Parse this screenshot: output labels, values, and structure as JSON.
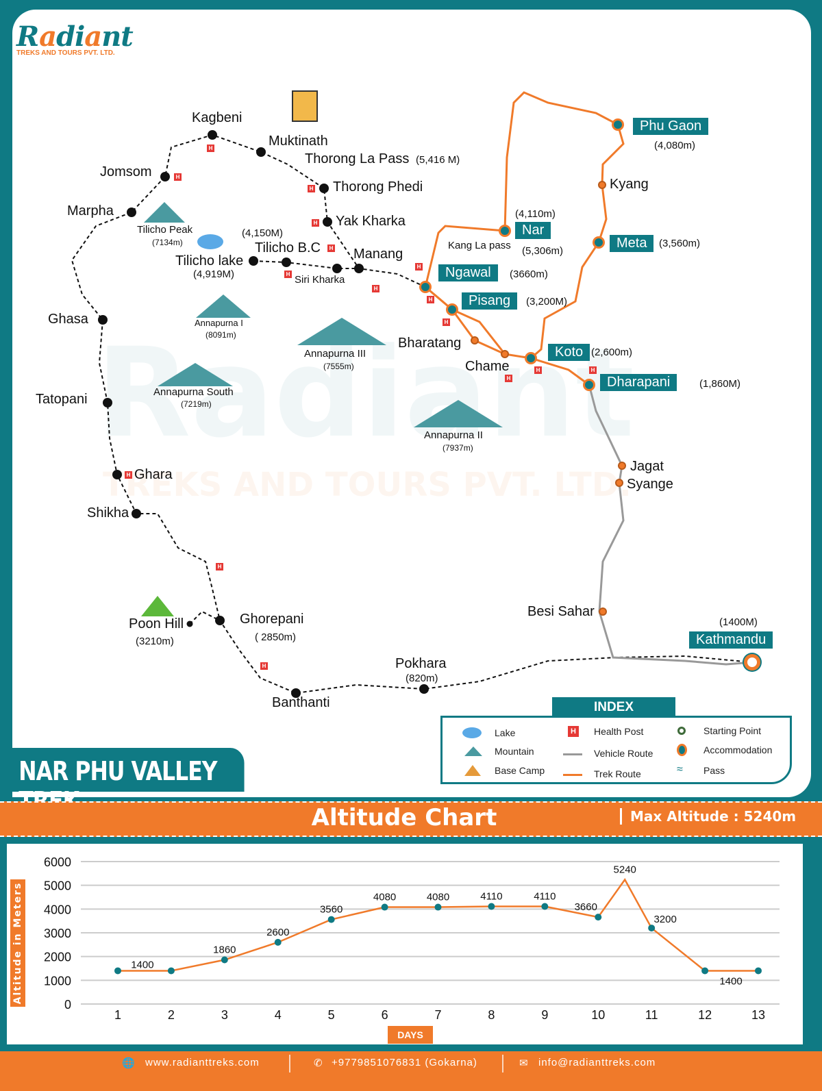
{
  "brand": {
    "logo_text": "Radiant",
    "logo_sub": "TREKS AND TOURS PVT. LTD.",
    "teal": "#0f7a84",
    "orange": "#f07a2a"
  },
  "title": "NAR PHU VALLEY TREK",
  "map": {
    "places": [
      {
        "name": "Kagbeni"
      },
      {
        "name": "Muktinath"
      },
      {
        "name": "Thorong La Pass",
        "alt": "(5,416 M)"
      },
      {
        "name": "Thorong Phedi"
      },
      {
        "name": "Yak Kharka"
      },
      {
        "name": "Manang"
      },
      {
        "name": "Siri Kharka"
      },
      {
        "name": "Tilicho B.C",
        "alt": "(4,150M)"
      },
      {
        "name": "Tilicho lake",
        "alt": "(4,919M)"
      },
      {
        "name": "Jomsom"
      },
      {
        "name": "Marpha"
      },
      {
        "name": "Ghasa"
      },
      {
        "name": "Tatopani"
      },
      {
        "name": "Ghara"
      },
      {
        "name": "Shikha"
      },
      {
        "name": "Ghorepani",
        "alt": "( 2850m)"
      },
      {
        "name": "Poon Hill",
        "alt": "(3210m)"
      },
      {
        "name": "Banthanti"
      },
      {
        "name": "Pokhara",
        "alt": "(820m)"
      },
      {
        "name": "Phu Gaon",
        "alt": "(4,080m)"
      },
      {
        "name": "Kyang"
      },
      {
        "name": "Meta",
        "alt": "(3,560m)"
      },
      {
        "name": "Nar",
        "alt": "(4,110m)"
      },
      {
        "name": "Kang La pass",
        "alt": "(5,306m)"
      },
      {
        "name": "Ngawal",
        "alt": "(3660m)"
      },
      {
        "name": "Pisang",
        "alt": "(3,200M)"
      },
      {
        "name": "Bharatang"
      },
      {
        "name": "Chame"
      },
      {
        "name": "Koto",
        "alt": "(2,600m)"
      },
      {
        "name": "Dharapani",
        "alt": "(1,860M)"
      },
      {
        "name": "Jagat"
      },
      {
        "name": "Syange"
      },
      {
        "name": "Besi Sahar"
      },
      {
        "name": "Kathmandu",
        "alt": "(1400M)"
      }
    ],
    "mountains": [
      {
        "name": "Tilicho Peak",
        "alt": "(7134m)"
      },
      {
        "name": "Annapurna I",
        "alt": "(8091m)"
      },
      {
        "name": "Annapurna III",
        "alt": "(7555m)"
      },
      {
        "name": "Annapurna South",
        "alt": "(7219m)"
      },
      {
        "name": "Annapurna II",
        "alt": "(7937m)"
      }
    ],
    "watermark": "Radiant",
    "watermark_sub": "TREKS AND TOURS PVT. LTD."
  },
  "index": {
    "title": "INDEX",
    "items": [
      "Lake",
      "Mountain",
      "Base Camp",
      "Health Post",
      "Vehicle Route",
      "Trek Route",
      "Starting Point",
      "Accommodation",
      "Pass"
    ],
    "health_icon": "H"
  },
  "chart_header": {
    "title": "Altitude Chart",
    "max": "Max Altitude : 5240m"
  },
  "chart_data": {
    "type": "line",
    "xlabel": "DAYS",
    "ylabel": "Altitude in Meters",
    "ylim": [
      0,
      6000
    ],
    "yticks": [
      0,
      1000,
      2000,
      3000,
      4000,
      5000,
      6000
    ],
    "xticks": [
      1,
      2,
      3,
      4,
      5,
      6,
      7,
      8,
      9,
      10,
      11,
      12,
      13
    ],
    "grid": true,
    "points": [
      {
        "x": 1,
        "y": 1400,
        "marker": true,
        "label": ""
      },
      {
        "x": 2,
        "y": 1400,
        "marker": true,
        "label": "1400"
      },
      {
        "x": 3,
        "y": 1860,
        "marker": true,
        "label": "1860"
      },
      {
        "x": 4,
        "y": 2600,
        "marker": true,
        "label": "2600"
      },
      {
        "x": 5,
        "y": 3560,
        "marker": true,
        "label": "3560"
      },
      {
        "x": 6,
        "y": 4080,
        "marker": true,
        "label": "4080"
      },
      {
        "x": 7,
        "y": 4080,
        "marker": true,
        "label": "4080"
      },
      {
        "x": 8,
        "y": 4110,
        "marker": true,
        "label": "4110"
      },
      {
        "x": 9,
        "y": 4110,
        "marker": true,
        "label": "4110"
      },
      {
        "x": 10,
        "y": 3660,
        "marker": true,
        "label": "3660"
      },
      {
        "x": 10.5,
        "y": 5240,
        "marker": false,
        "label": "5240"
      },
      {
        "x": 11,
        "y": 3200,
        "marker": true,
        "label": "3200"
      },
      {
        "x": 12,
        "y": 1400,
        "marker": true,
        "label": ""
      },
      {
        "x": 13,
        "y": 1400,
        "marker": true,
        "label": "1400"
      }
    ],
    "line_color": "#f07a2a",
    "marker_color": "#0f7a84"
  },
  "footer": {
    "website": "www.radianttreks.com",
    "phone": "+9779851076831 (Gokarna)",
    "email": "info@radianttreks.com"
  }
}
